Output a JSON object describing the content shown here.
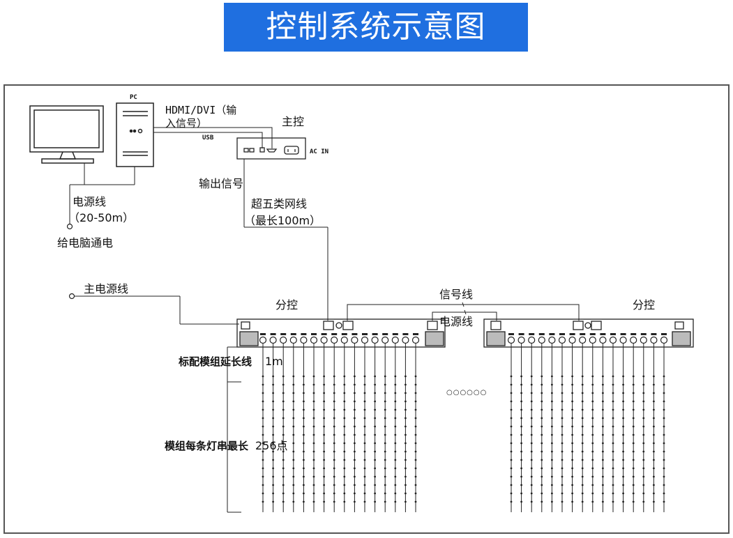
{
  "title": "控制系统示意图",
  "colors": {
    "title_bg": "#1f6fe0",
    "title_fg": "#ffffff",
    "line": "#222222",
    "frame": "#555555"
  },
  "labels": {
    "pc": "PC",
    "hdmi_line1": "HDMI/DVI（输",
    "hdmi_line2": "入信号）",
    "usb": "USB",
    "main_controller": "主控",
    "ac_in": "AC IN",
    "output_signal": "输出信号",
    "cat5_cable": "超五类网线",
    "cat5_max": "（最长100m）",
    "power_cord": "电源线",
    "power_length": "（20-50m）",
    "pc_power": "给电脑通电",
    "main_power_cord": "主电源线",
    "sub_controller_left": "分控",
    "sub_controller_right": "分控",
    "signal_cable": "信号线",
    "sub_power_cable": "电源线",
    "module_extension": "标配模组延长线",
    "extension_length": "1m",
    "string_max": "模组每条灯串最长",
    "string_points": "256点",
    "ellipsis": "○○○○○○"
  }
}
